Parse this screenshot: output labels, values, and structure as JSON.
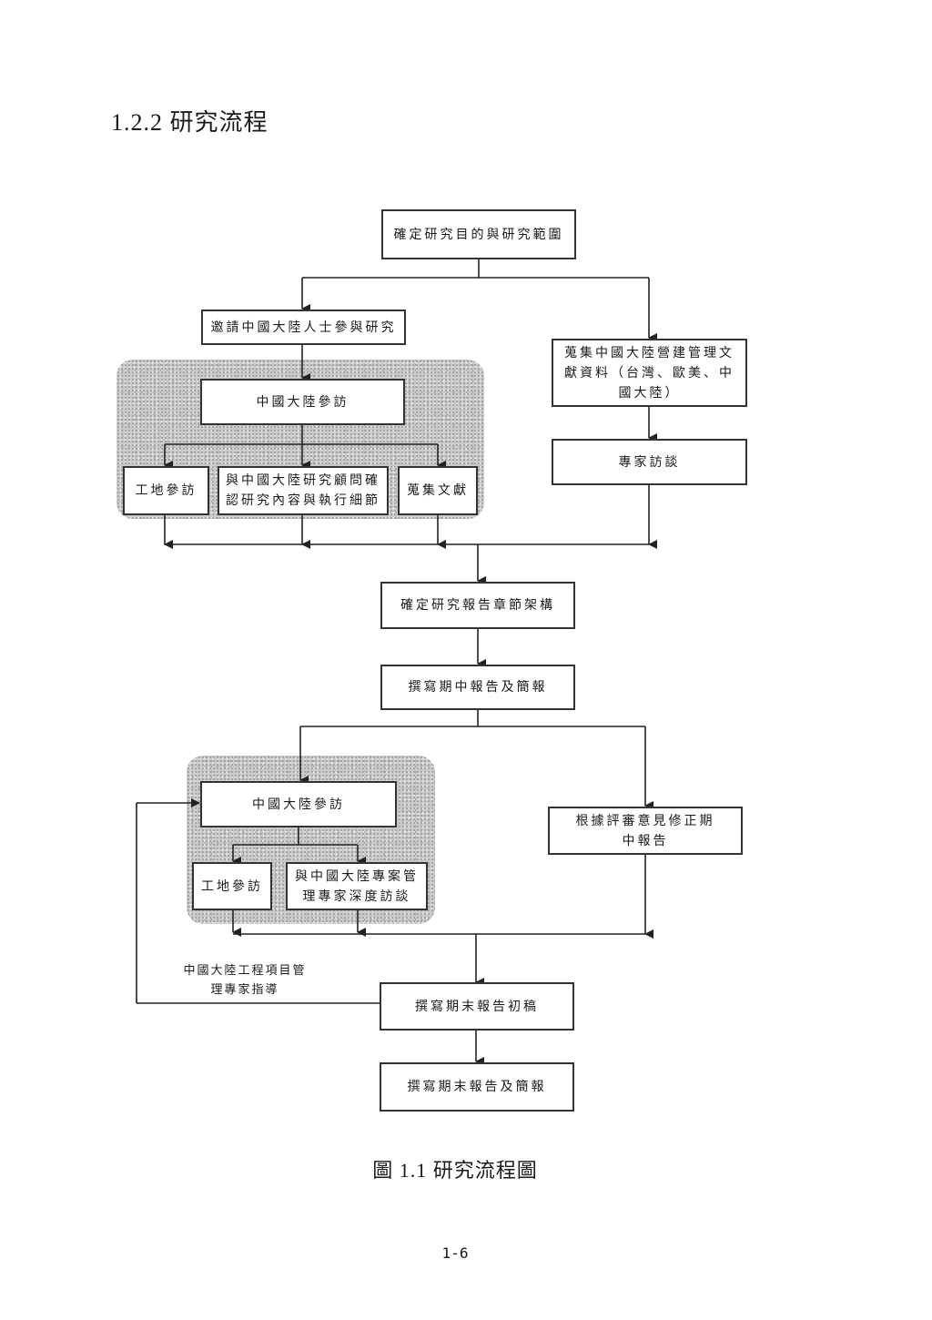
{
  "section_heading": "1.2.2 研究流程",
  "flowchart": {
    "nodes": {
      "define_scope": "確定研究目的與研究範圍",
      "invite_experts": "邀請中國大陸人士參與研究",
      "collect_literature": "蒐集中國大陸營建管理文獻資料（台灣、歐美、中國大陸）",
      "mainland_visit_1": "中國大陸參訪",
      "site_visit_1": "工地參訪",
      "confirm_with_advisors": "與中國大陸研究顧問確認研究內容與執行細節",
      "collect_docs": "蒐集文獻",
      "expert_interview": "專家訪談",
      "report_structure": "確定研究報告章節架構",
      "midterm_report": "撰寫期中報告及簡報",
      "mainland_visit_2": "中國大陸參訪",
      "site_visit_2": "工地參訪",
      "deep_interview": "與中國大陸專案管理專家深度訪談",
      "revise_midterm": "根據評審意見修正期中報告",
      "final_draft": "撰寫期末報告初稿",
      "final_report": "撰寫期末報告及簡報"
    },
    "feedback_label": "中國大陸工程項目管理專家指導"
  },
  "figure_caption": "圖 1.1 研究流程圖",
  "page_number": "1-6"
}
